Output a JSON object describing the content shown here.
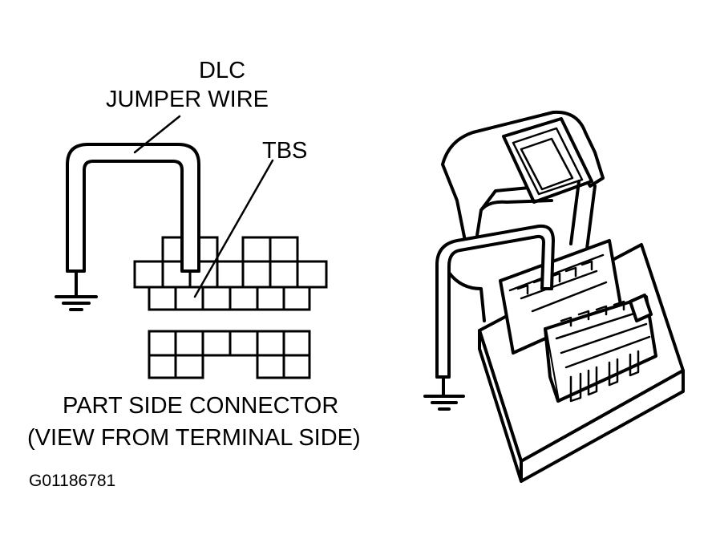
{
  "labels": {
    "dlc": "DLC",
    "jumper_wire": "JUMPER WIRE",
    "tbs": "TBS",
    "part_side_connector": "PART SIDE CONNECTOR",
    "view_from_terminal_side": "(VIEW FROM TERMINAL SIDE)",
    "figure_id": "G01186781"
  }
}
